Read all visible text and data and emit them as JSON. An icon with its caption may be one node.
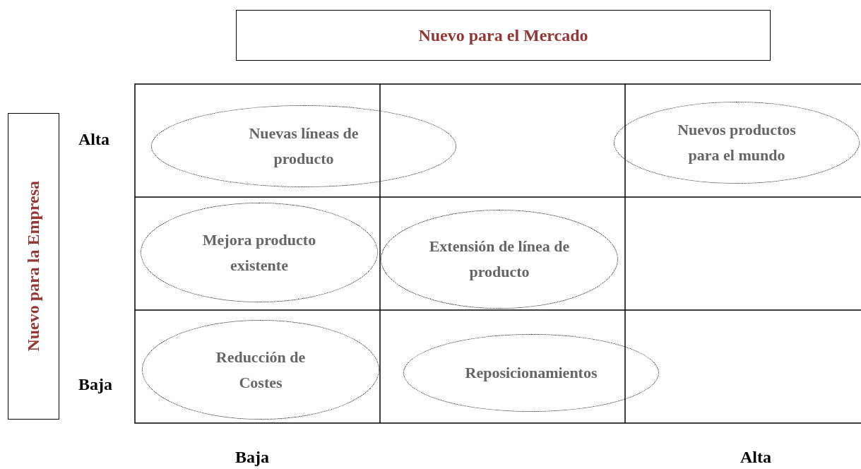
{
  "diagram": {
    "nodes": [
      {
        "text": [
          "Nuevo para el Mercado"
        ]
      },
      {
        "text": [
          "Nuevo para la Empresa"
        ]
      },
      {
        "text": [
          "Nuevas líneas de producto"
        ]
      },
      {
        "text": [
          "Nuevos productos para el mundo"
        ]
      },
      {
        "text": [
          "Mejora producto existente"
        ]
      },
      {
        "text": [
          "Extensión de línea de producto"
        ]
      },
      {
        "text": [
          "Reducción de Costes"
        ]
      },
      {
        "text": [
          "Reposicionamientos"
        ]
      }
    ],
    "edges": [],
    "labels": [
      "Alta",
      "Baja",
      "Baja",
      "Alta"
    ]
  }
}
